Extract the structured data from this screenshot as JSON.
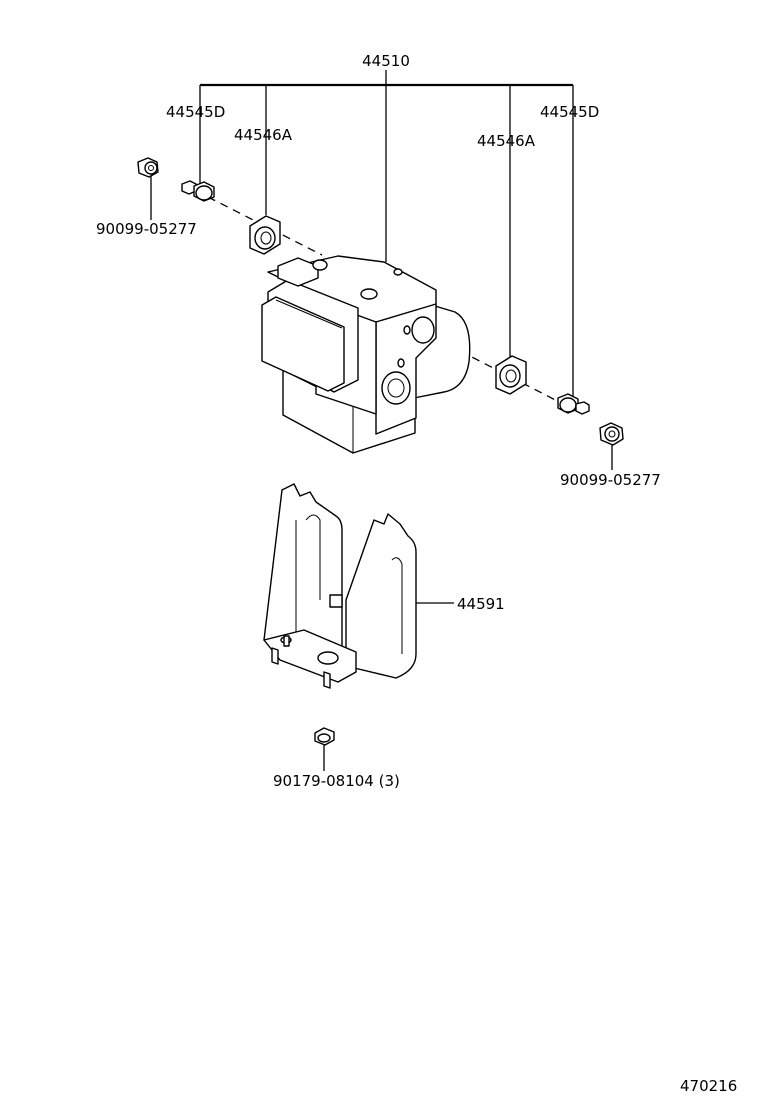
{
  "labels": {
    "actuator_assy": "44510",
    "bolt_left": "44545D",
    "bolt_right": "44545D",
    "cushion_left": "44546A",
    "cushion_right": "44546A",
    "nut_left": "90099-05277",
    "nut_right": "90099-05277",
    "bracket": "44591",
    "bolt_bottom": "90179-08104 (3)",
    "figure_number": "470216"
  }
}
